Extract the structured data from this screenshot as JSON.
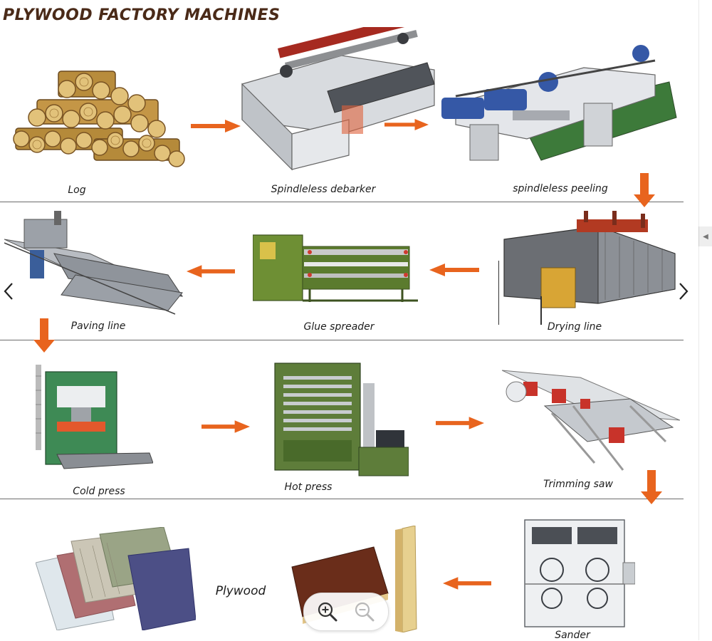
{
  "title": "PLYWOOD FACTORY MACHINES",
  "captions": {
    "log": "Log",
    "debarker": "Spindleless debarker",
    "peeling": "spindleless peeling",
    "paving": "Paving line",
    "glue": "Glue spreader",
    "drying": "Drying line",
    "cold_press": "Cold press",
    "hot_press": "Hot press",
    "trimming": "Trimming saw",
    "plywood": "Plywood",
    "sander": "Sander"
  },
  "icons": {
    "prev": "chevron-left-icon",
    "next": "chevron-right-icon",
    "zoom_in": "zoom-in-icon",
    "zoom_out": "zoom-out-icon",
    "scroll_tab": "caret-left-icon"
  },
  "colors": {
    "arrow": "#e8641e",
    "title": "#4a2a18",
    "machine_green": "#5d8a3a",
    "machine_grey": "#c9ccd0"
  }
}
